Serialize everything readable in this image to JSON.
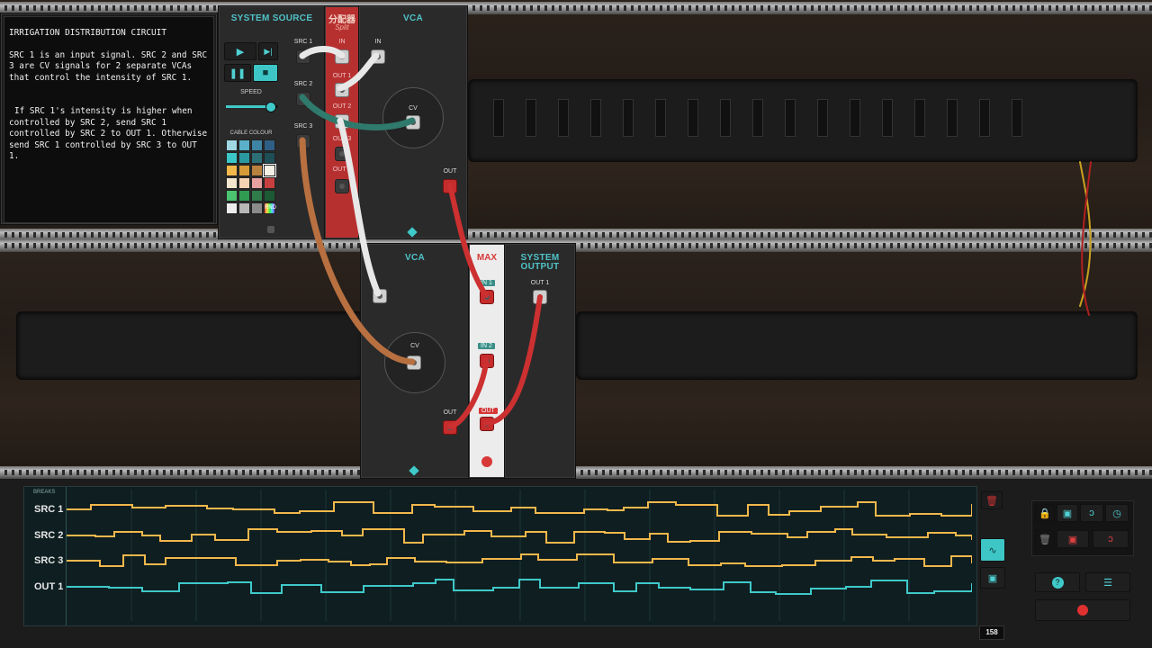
{
  "description": {
    "title": "IRRIGATION DISTRIBUTION CIRCUIT",
    "p1": "SRC 1 is an input signal. SRC 2 and SRC 3 are CV signals for 2 separate VCAs that control the intensity of SRC 1.",
    "p2": "If SRC 1's intensity is higher when controlled by SRC 2, send SRC 1 controlled by SRC 2 to OUT 1. Otherwise send SRC 1 controlled by SRC 3 to OUT 1."
  },
  "source": {
    "title": "SYSTEM SOURCE",
    "speed_label": "SPEED",
    "cable_colour_label": "CABLE COLOUR",
    "rnd_label": "RND",
    "jacks": [
      "SRC 1",
      "SRC 2",
      "SRC 3"
    ],
    "speed_level": 0.85
  },
  "split": {
    "title_cn": "分配器",
    "title": "Split",
    "labels": [
      "IN",
      "OUT 1",
      "OUT 2",
      "OUT 3",
      "OUT 4"
    ]
  },
  "vca_top": {
    "title": "VCA",
    "in": "IN",
    "cv": "CV",
    "out": "OUT"
  },
  "vca_bottom": {
    "title": "VCA",
    "cv": "CV",
    "out": "OUT"
  },
  "max": {
    "title": "MAX",
    "in1": "IN 1",
    "in2": "IN 2",
    "out": "OUT"
  },
  "output": {
    "title1": "SYSTEM",
    "title2": "OUTPUT",
    "out1": "OUT 1"
  },
  "scope": {
    "breaks_label": "BREAKS",
    "traces": [
      "SRC 1",
      "SRC 2",
      "SRC 3",
      "OUT 1"
    ],
    "counter": "158",
    "colors": {
      "src": "#f2b84b",
      "out": "#3fc9c9"
    }
  },
  "palette": [
    [
      "#9fd7e3",
      "#5ab0c8",
      "#3e84a5",
      "#2f5f86"
    ],
    [
      "#3bc7c7",
      "#2a9aa0",
      "#2c6f77",
      "#1e4f57"
    ],
    [
      "#f2b84b",
      "#d69b38",
      "#b9813e",
      "#f3f0e6"
    ],
    [
      "#f2e6cf",
      "#f3d3b2",
      "#e9a1a1",
      "#c64040"
    ],
    [
      "#4bc46f",
      "#2f9c52",
      "#2f7b49",
      "#1c5a35"
    ],
    [
      "#ededed",
      "#b7b7b7",
      "#8b8b8b",
      "#rnd"
    ]
  ],
  "controls": {
    "icons": [
      "lock-icon",
      "module-icon",
      "cable-icon",
      "clock-icon",
      "trash-icon",
      "module-red-icon",
      "cable-red-icon",
      "help-icon",
      "menu-icon",
      "record-icon"
    ]
  }
}
